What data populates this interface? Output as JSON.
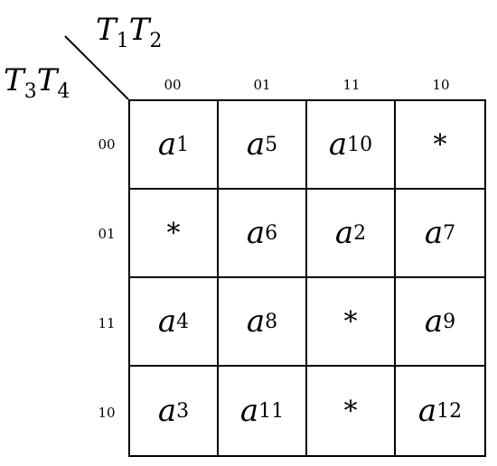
{
  "corner": {
    "top": {
      "v1": "T",
      "s1": "1",
      "v2": "T",
      "s2": "2"
    },
    "left": {
      "v1": "T",
      "s1": "3",
      "v2": "T",
      "s2": "4"
    }
  },
  "column_headers": [
    "00",
    "01",
    "11",
    "10"
  ],
  "row_headers": [
    "00",
    "01",
    "11",
    "10"
  ],
  "cells": [
    [
      {
        "var": "a",
        "sub": "1"
      },
      {
        "var": "a",
        "sub": "5"
      },
      {
        "var": "a",
        "sub": "10"
      },
      {
        "star": "*"
      }
    ],
    [
      {
        "star": "*"
      },
      {
        "var": "a",
        "sub": "6"
      },
      {
        "var": "a",
        "sub": "2"
      },
      {
        "var": "a",
        "sub": "7"
      }
    ],
    [
      {
        "var": "a",
        "sub": "4"
      },
      {
        "var": "a",
        "sub": "8"
      },
      {
        "star": "*"
      },
      {
        "var": "a",
        "sub": "9"
      }
    ],
    [
      {
        "var": "a",
        "sub": "3"
      },
      {
        "var": "a",
        "sub": "11"
      },
      {
        "star": "*"
      },
      {
        "var": "a",
        "sub": "12"
      }
    ]
  ]
}
